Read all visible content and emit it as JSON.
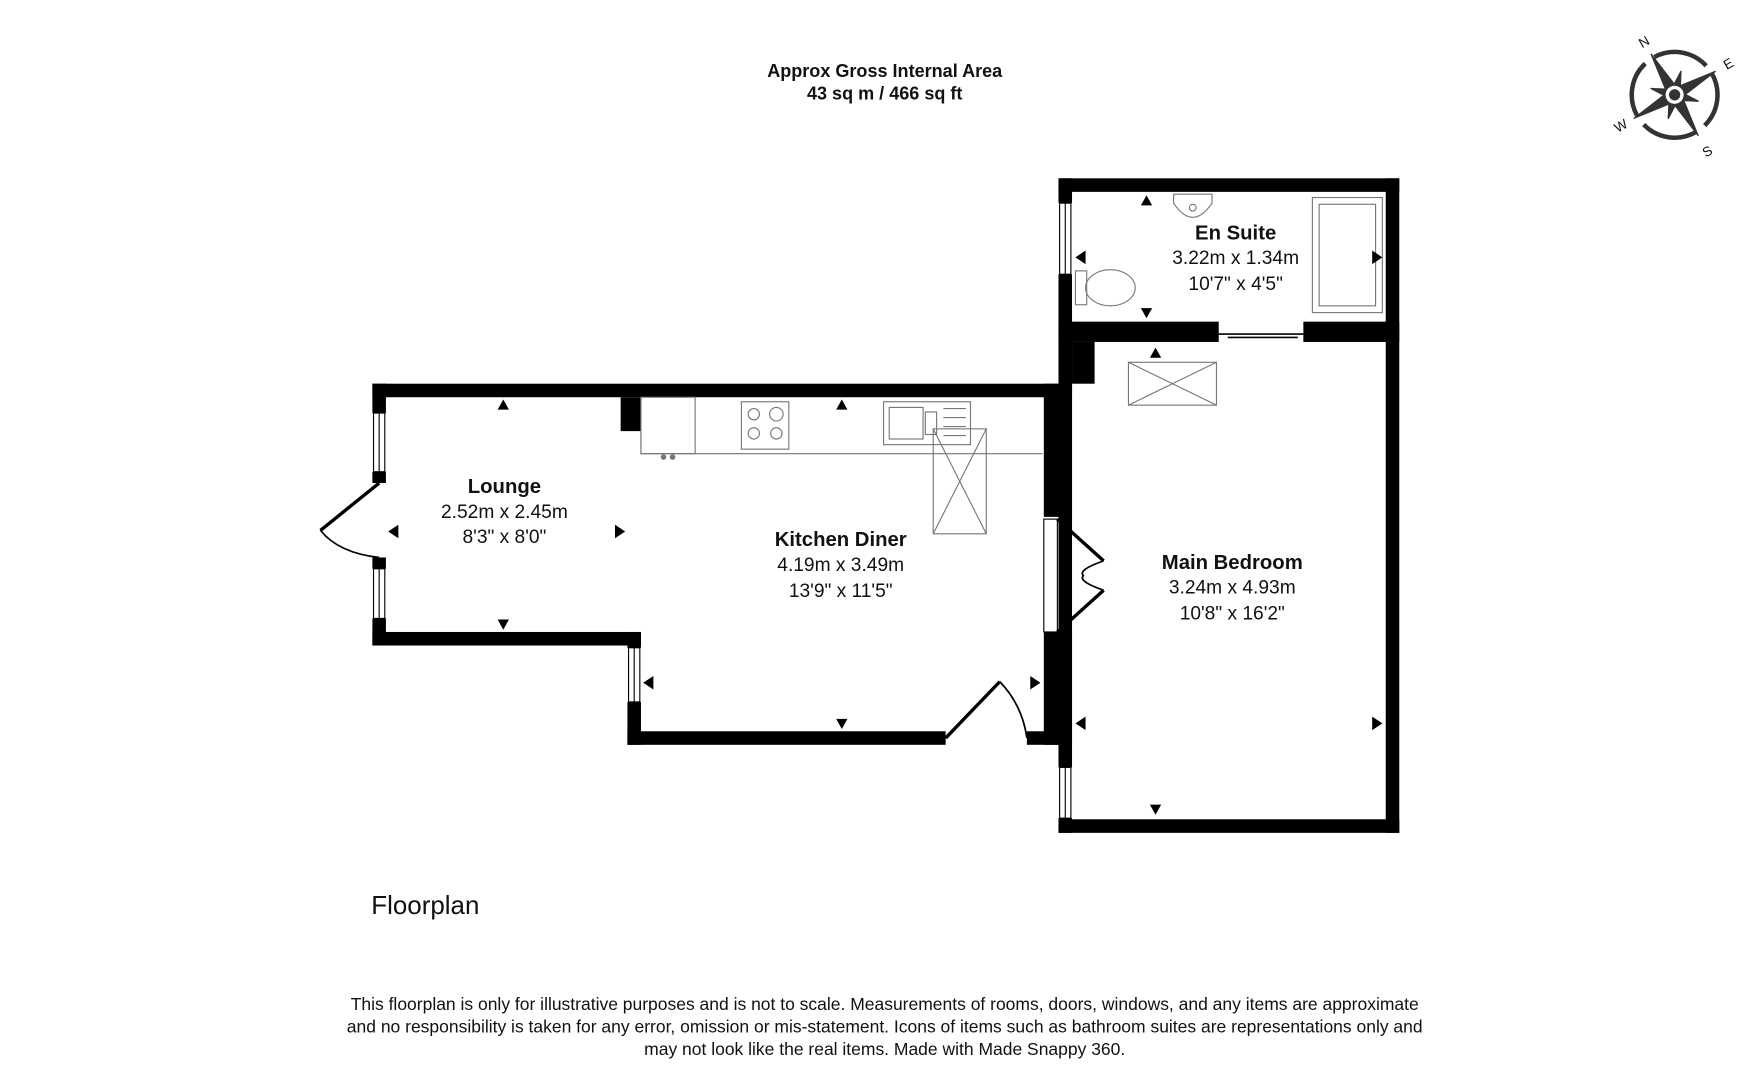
{
  "header": {
    "line1": "Approx Gross Internal Area",
    "line2": "43 sq m / 466 sq ft"
  },
  "compass": {
    "n": "N",
    "e": "E",
    "s": "S",
    "w": "W"
  },
  "rooms": [
    {
      "name": "Lounge",
      "metric": "2.52m x 2.45m",
      "imperial": "8'3\" x 8'0\""
    },
    {
      "name": "Kitchen Diner",
      "metric": "4.19m x 3.49m",
      "imperial": "13'9\" x 11'5\""
    },
    {
      "name": "En Suite",
      "metric": "3.22m x 1.34m",
      "imperial": "10'7\" x 4'5\""
    },
    {
      "name": "Main Bedroom",
      "metric": "3.24m x 4.93m",
      "imperial": "10'8\" x 16'2\""
    }
  ],
  "floor_label": "Floorplan",
  "disclaimer": [
    "This floorplan is only for illustrative purposes and is not to scale. Measurements of rooms, doors, windows, and any items are approximate",
    "and no responsibility is taken for any error, omission or mis-statement. Icons of items such as bathroom suites are representations only and",
    "may not look like the real items. Made with Made Snappy 360."
  ]
}
